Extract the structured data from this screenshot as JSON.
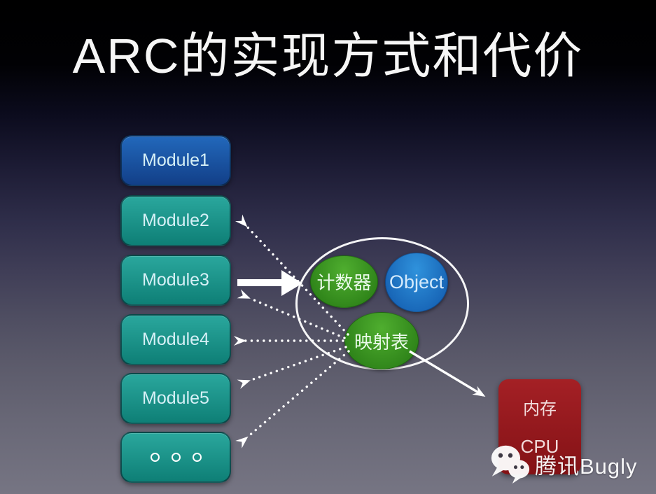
{
  "title": "ARC的实现方式和代价",
  "modules": [
    {
      "id": "module1",
      "label": "Module1",
      "variant": "blue"
    },
    {
      "id": "module2",
      "label": "Module2",
      "variant": "teal"
    },
    {
      "id": "module3",
      "label": "Module3",
      "variant": "teal"
    },
    {
      "id": "module4",
      "label": "Module4",
      "variant": "teal"
    },
    {
      "id": "module5",
      "label": "Module5",
      "variant": "teal"
    },
    {
      "id": "module-more",
      "label": "。。。",
      "variant": "teal",
      "dots": true
    }
  ],
  "cluster": {
    "counter_label": "计数器",
    "object_label": "Object",
    "mapping_label": "映射表"
  },
  "resource_box": {
    "memory_label": "内存",
    "cpu_label": "CPU"
  },
  "watermark": {
    "text": "腾讯Bugly",
    "icon": "wechat-icon"
  },
  "arrows": {
    "solid": [
      {
        "from": "module3",
        "to": "cluster"
      },
      {
        "from": "mapping-table",
        "to": "resource-box"
      }
    ],
    "dotted_from_cluster_to": [
      "module2",
      "module3",
      "module4",
      "module5",
      "module-more"
    ]
  },
  "colors": {
    "title_color": "#f6f6f6",
    "bg_bottom": "#767583",
    "module_blue_top": "#2268bb",
    "module_blue_bottom": "#123f88",
    "module_teal_top": "#2aa79d",
    "module_teal_bottom": "#0e7f76",
    "module_text": "#d6f0f6",
    "ellipse_green_top": "#4fae2f",
    "ellipse_green_bottom": "#2b7f17",
    "object_blue_top": "#2f92dc",
    "object_blue_bottom": "#1560b2",
    "cluster_text": "#eafaea",
    "red_box_top": "#a42025",
    "red_box_bottom": "#841216",
    "red_text": "#f2dcdc",
    "arrow_white": "#ffffff",
    "watermark_color": "#ffffff"
  }
}
